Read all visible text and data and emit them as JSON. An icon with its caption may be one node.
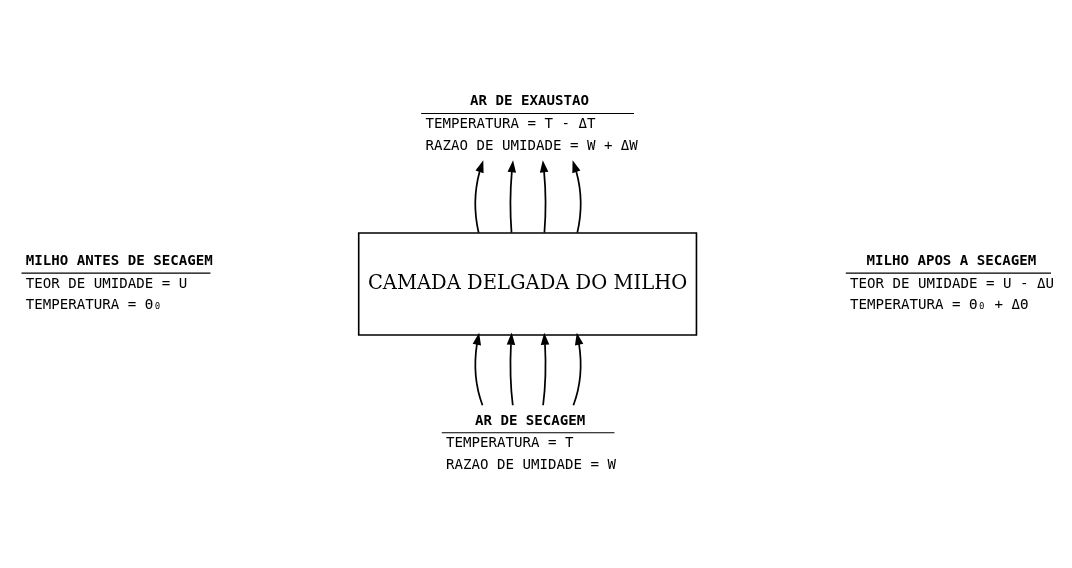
{
  "diagram": {
    "nodes": [
      {
        "text": [
          "AR DE EXAUSTAO",
          "TEMPERATURA = T - ΔT",
          "RAZAO DE UMIDADE = W + ΔW"
        ]
      },
      {
        "text": [
          "CAMADA DELGADA DO MILHO"
        ]
      },
      {
        "text": [
          "AR DE SECAGEM",
          "TEMPERATURA = T",
          "RAZAO DE UMIDADE = W"
        ]
      }
    ],
    "edges": [
      {
        "from": 2,
        "to": 1,
        "arrow": "to"
      },
      {
        "from": 2,
        "to": 1,
        "arrow": "to"
      },
      {
        "from": 2,
        "to": 1,
        "arrow": "to"
      },
      {
        "from": 2,
        "to": 1,
        "arrow": "to"
      },
      {
        "from": 1,
        "to": 0,
        "arrow": "to"
      },
      {
        "from": 1,
        "to": 0,
        "arrow": "to"
      },
      {
        "from": 1,
        "to": 0,
        "arrow": "to"
      },
      {
        "from": 1,
        "to": 0,
        "arrow": "to"
      }
    ],
    "labels": [
      "MILHO ANTES DE SECAGEM",
      "TEOR DE UMIDADE = U",
      "TEMPERATURA = Θ₀",
      "MILHO APOS A SECAGEM",
      "TEOR DE UMIDADE = U - ΔU",
      "TEMPERATURA = Θ₀ + ΔΘ"
    ]
  }
}
